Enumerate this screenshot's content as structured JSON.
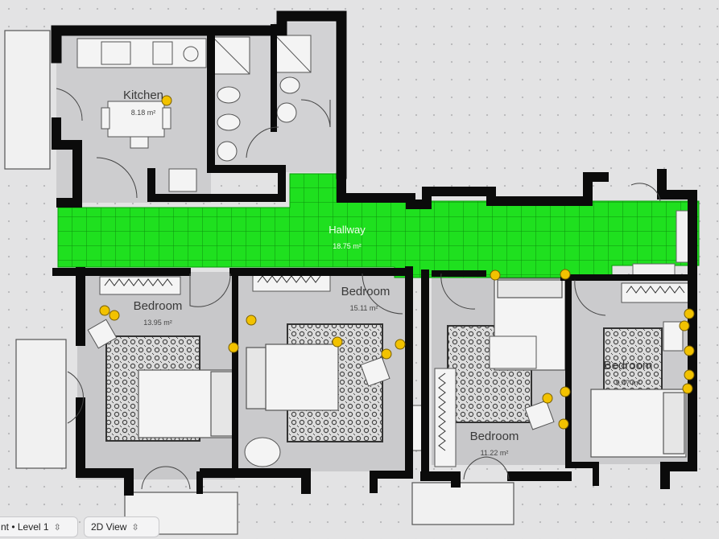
{
  "app": {
    "level_selector": "nt • Level 1",
    "view_selector": "2D View",
    "icons": [
      "chevron-updown-icon",
      "camera-pin-icon"
    ]
  },
  "rooms": {
    "kitchen": {
      "name": "Kitchen",
      "area": "8.18 m²"
    },
    "hallway": {
      "name": "Hallway",
      "area": "18.75 m²"
    },
    "bedroom_1": {
      "name": "Bedroom",
      "area": "13.95 m²"
    },
    "bedroom_2": {
      "name": "Bedroom",
      "area": "15.11 m²"
    },
    "bedroom_3": {
      "name": "Bedroom",
      "area": "11.22 m²"
    },
    "bedroom_4": {
      "name": "Bedroom",
      "area": "9.47 m²"
    }
  },
  "colors": {
    "hallway_fill": "#19e619",
    "wall": "#0b0b0b",
    "floor": "#c9c9cb",
    "marker": "#f2c200"
  }
}
